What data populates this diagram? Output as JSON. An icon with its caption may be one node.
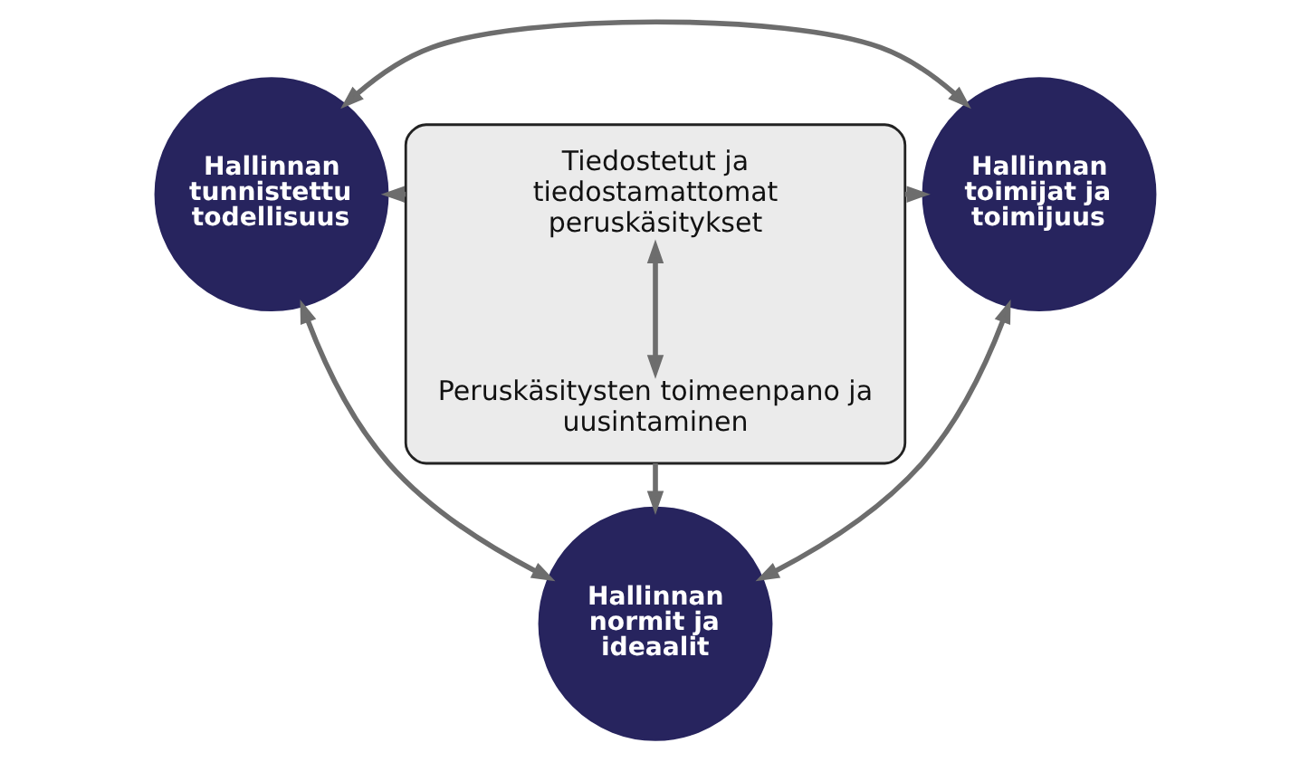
{
  "diagram": {
    "nodes": [
      {
        "text": [
          "Hallinnan tunnistettu todellisuus"
        ]
      },
      {
        "text": [],
        "shape": "box"
      },
      {
        "text": [
          "Tiedostetut ja tiedostamattomat peruskäsitykset"
        ],
        "in": 1
      },
      {
        "text": [
          "Peruskäsitysten toimeenpano ja uusintaminen"
        ],
        "in": 1
      },
      {
        "text": [
          "Hallinnan toimijat ja toimijuus"
        ]
      },
      {
        "text": [
          "Hallinnan normit ja ideaalit"
        ]
      }
    ],
    "edges": [
      {
        "from": 0,
        "to": 4,
        "arrow": "both"
      },
      {
        "from": 1,
        "to": 0,
        "arrow": "to"
      },
      {
        "from": 2,
        "to": 3,
        "arrow": "both"
      },
      {
        "from": 1,
        "to": 4,
        "arrow": "to"
      },
      {
        "from": 0,
        "to": 5,
        "arrow": "both"
      },
      {
        "from": 1,
        "to": 5,
        "arrow": "to"
      },
      {
        "from": 4,
        "to": 5,
        "arrow": "both"
      }
    ]
  }
}
